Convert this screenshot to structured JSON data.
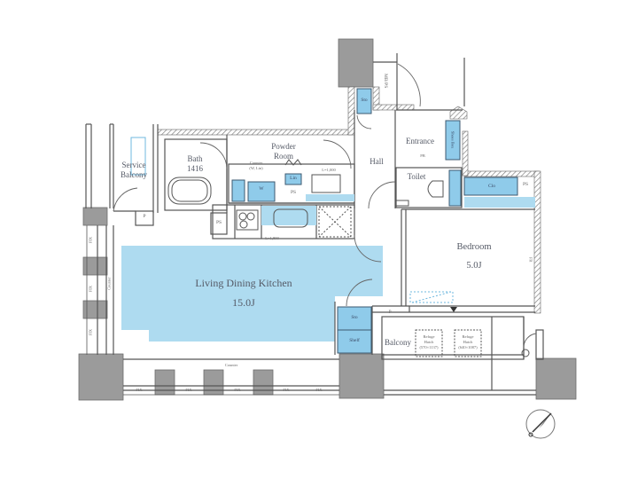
{
  "floor_plan": {
    "colors": {
      "room_fill_blue": "#aedbf0",
      "storage_blue": "#8fcbea",
      "column_gray": "#9a9a9a",
      "wall_line": "#555555",
      "hatch": "#8a8a8a",
      "text": "#555a66"
    },
    "rooms": {
      "ldk": {
        "name": "Living Dining Kitchen",
        "size": "15.0J"
      },
      "bedroom": {
        "name": "Bedroom",
        "size": "5.0J"
      },
      "bath": {
        "name": "Bath",
        "size": "1416"
      },
      "powder_room": {
        "name": "Powder\nRoom",
        "line1": "Powder",
        "line2": "Room"
      },
      "service_balcony": {
        "line1": "Service",
        "line2": "Balcony"
      },
      "hall": {
        "name": "Hall"
      },
      "entrance": {
        "name": "Entrance"
      },
      "toilet": {
        "name": "Toilet"
      },
      "balcony": {
        "name": "Balcony"
      }
    },
    "fixtures": {
      "sto_top": "Sto",
      "sto_ldk": "Sto",
      "shelf": "Shelf",
      "shoes_box": "Shoes Box",
      "clo": "Clo",
      "ps_bedroom": "PS",
      "ps_powder": "PS",
      "ps_kitchen": "PS",
      "mb_ps": "MB/PS",
      "p_service": "P",
      "p_balcony": "P",
      "w": "W",
      "lin": "Lin",
      "pb_entrance": "PB",
      "fr_bedroom": "FR",
      "counter_wash": "Counter",
      "counter_wash_sub": "(W, Lin)",
      "l_1000": "L=1,000",
      "l_1800": "L=1,800",
      "counter_left": "Counter",
      "counter_bottom": "Counter",
      "refuge_hatch_1": {
        "line1": "Refuge",
        "line2": "Hatch",
        "line3": "(570×1137)"
      },
      "refuge_hatch_2": {
        "line1": "Refuge",
        "line2": "Hatch",
        "line3": "(640×1087)"
      }
    },
    "windows": {
      "fix_labels": [
        "FIX",
        "FIX",
        "FIX",
        "FIX",
        "FIX"
      ],
      "fix_left": [
        "FIX",
        "FIX",
        "FIX"
      ]
    },
    "compass": {
      "icon": "north-arrow"
    }
  }
}
